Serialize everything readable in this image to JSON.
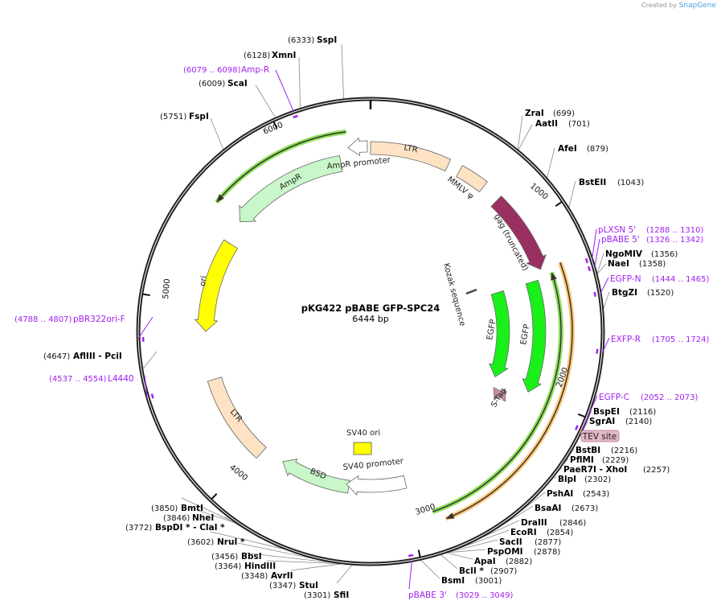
{
  "credit": {
    "prefix": "Created by",
    "brand": "SnapGene"
  },
  "plasmid": {
    "name": "pKG422 pBABE GFP-SPC24",
    "length": "6444 bp"
  },
  "ticks": [
    "1000",
    "2000",
    "3000",
    "4000",
    "5000",
    "6000"
  ],
  "features": {
    "ltr_top": "LTR",
    "mmlv": "MMLV ψ",
    "gag": "gag (truncated)",
    "amp_promoter": "AmpR promoter",
    "ampr": "AmpR",
    "ori": "ori",
    "ltr_bottom": "LTR",
    "bsd": "BSD",
    "sv40_promoter": "SV40 promoter",
    "sv40_ori": "SV40 ori",
    "kozak": "Kozak sequence",
    "egfp_inner": "EGFP",
    "egfp_outer": "EGFP",
    "stag": "S-Tag",
    "tev": "TEV site"
  },
  "colors": {
    "ltr": "#fde2c4",
    "gag": "#9a2f62",
    "egfp": "#19f019",
    "ampr": "#c9f7c9",
    "ori": "#ffff00",
    "primer": "#a020f0",
    "orf_green": "#8fe05a",
    "orf_orange": "#ffc878",
    "tev": "#e4b6c8"
  },
  "sites": [
    {
      "name": "SspI",
      "pos": "(6333)"
    },
    {
      "name": "XmnI",
      "pos": "(6128)"
    },
    {
      "name": "ScaI",
      "pos": "(6009)"
    },
    {
      "name": "FspI",
      "pos": "(5751)"
    },
    {
      "name": "ZraI",
      "pos": "(699)"
    },
    {
      "name": "AatII",
      "pos": "(701)"
    },
    {
      "name": "AfeI",
      "pos": "(879)"
    },
    {
      "name": "BstEII",
      "pos": "(1043)"
    },
    {
      "name": "NgoMIV",
      "pos": "(1356)"
    },
    {
      "name": "NaeI",
      "pos": "(1358)"
    },
    {
      "name": "BtgZI",
      "pos": "(1520)"
    },
    {
      "name": "BspEI",
      "pos": "(2116)"
    },
    {
      "name": "SgrAI",
      "pos": "(2140)"
    },
    {
      "name": "BstBI",
      "pos": "(2216)"
    },
    {
      "name": "PflMI",
      "pos": "(2229)"
    },
    {
      "name": "PaeR7I   - XhoI",
      "pos": "(2257)"
    },
    {
      "name": "BlpI",
      "pos": "(2302)"
    },
    {
      "name": "PshAI",
      "pos": "(2543)"
    },
    {
      "name": "BsaAI",
      "pos": "(2673)"
    },
    {
      "name": "DraIII",
      "pos": "(2846)"
    },
    {
      "name": "EcoRI",
      "pos": "(2854)"
    },
    {
      "name": "SacII",
      "pos": "(2877)"
    },
    {
      "name": "PspOMI",
      "pos": "(2878)"
    },
    {
      "name": "ApaI",
      "pos": "(2882)"
    },
    {
      "name": "BclI *",
      "pos": "(2907)"
    },
    {
      "name": "BsmI",
      "pos": "(3001)"
    },
    {
      "name": "SfiI",
      "pos": "(3301)"
    },
    {
      "name": "StuI",
      "pos": "(3347)"
    },
    {
      "name": "AvrII",
      "pos": "(3348)"
    },
    {
      "name": "HindIII",
      "pos": "(3364)"
    },
    {
      "name": "BbsI",
      "pos": "(3456)"
    },
    {
      "name": "NruI *",
      "pos": "(3602)"
    },
    {
      "name": "BspDI *  - ClaI *",
      "pos": "(3772)"
    },
    {
      "name": "NheI",
      "pos": "(3846)"
    },
    {
      "name": "BmtI",
      "pos": "(3850)"
    },
    {
      "name": "AflIII   - PciI",
      "pos": "(4647)"
    }
  ],
  "primers": [
    {
      "name": "Amp-R",
      "range": "(6079 .. 6098)"
    },
    {
      "name": "pLXSN 5'",
      "range": "(1288 .. 1310)"
    },
    {
      "name": "pBABE 5'",
      "range": "(1326 .. 1342)"
    },
    {
      "name": "EGFP-N",
      "range": "(1444 .. 1465)"
    },
    {
      "name": "EXFP-R",
      "range": "(1705 .. 1724)"
    },
    {
      "name": "EGFP-C",
      "range": "(2052 .. 2073)"
    },
    {
      "name": "pBABE 3'",
      "range": "(3029 .. 3049)"
    },
    {
      "name": "L4440",
      "range": "(4537 .. 4554)"
    },
    {
      "name": "pBR322ori-F",
      "range": "(4788 .. 4807)"
    }
  ]
}
